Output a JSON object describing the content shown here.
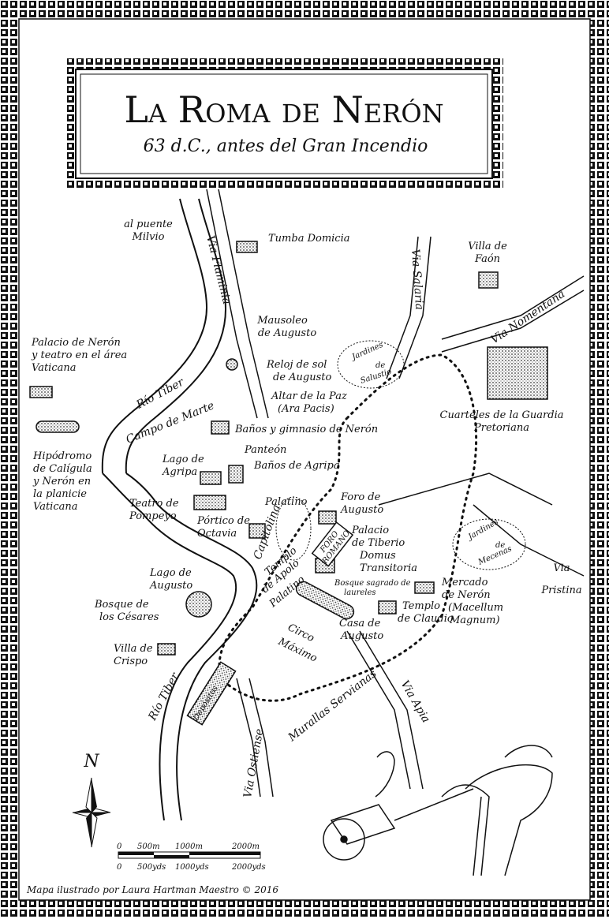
{
  "title": "La Roma de Nerón",
  "subtitle": "63 d.C., antes del Gran Incendio",
  "labels": {
    "puente_milvio": [
      "al puente",
      "Milvio"
    ],
    "tumba_domicia": "Tumba Domicia",
    "via_flaminia": "Via Flaminia",
    "via_salaria": "Via Salaria",
    "villa_faon": [
      "Villa de",
      "Faón"
    ],
    "via_nomentana": "Via Nomentana",
    "mausoleo": [
      "Mausoleo",
      "de Augusto"
    ],
    "palacio_neron_vaticana": [
      "Palacio de Nerón",
      "y teatro en el área",
      "Vaticana"
    ],
    "jardines_salustio": [
      "Jardines",
      "de",
      "Salustio"
    ],
    "reloj": [
      "Reloj de sol",
      "de Augusto"
    ],
    "altar": [
      "Altar de la Paz",
      "(Ara Pacis)"
    ],
    "rio_tiber_north": "Río Tiber",
    "cuarteles": [
      "Cuarteles de la Guardia",
      "Pretoriana"
    ],
    "campo_marte": "Campo de Marte",
    "banos_gimnasio": "Baños y gimnasio de Nerón",
    "hipodromo": [
      "Hipódromo",
      "de Calígula",
      "y Nerón en",
      "la planicie",
      "Vaticana"
    ],
    "lago_agripa": [
      "Lago de",
      "Agripa"
    ],
    "panteon": "Panteón",
    "banos_agripa": "Baños de Agripa",
    "palatino": "Palatino",
    "foro_augusto": [
      "Foro de",
      "Augusto"
    ],
    "teatro_pompeyo": [
      "Teatro de",
      "Pompeyo"
    ],
    "portico_octavia": [
      "Pórtico de",
      "Octavia"
    ],
    "capitolina": "Capitolina",
    "foro_romano": [
      "FORO",
      "ROMANO"
    ],
    "palacio_tiberio": [
      "Palacio",
      "de Tiberio"
    ],
    "domus": [
      "Domus",
      "Transitoria"
    ],
    "jardines_mecenas": [
      "Jardines",
      "de",
      "Mecenas"
    ],
    "via_pristina": [
      "Via",
      "Pristina"
    ],
    "lago_augusto": [
      "Lago de",
      "Augusto"
    ],
    "templo_apolo": [
      "Templo",
      "de Apolo",
      "Palatino"
    ],
    "bosque_laureles": [
      "Bosque sagrado de",
      "laureles"
    ],
    "mercado_neron": [
      "Mercado",
      "de Nerón",
      "(Macellum",
      "Magnum)"
    ],
    "bosque_cesares": [
      "Bosque de",
      "los Césares"
    ],
    "templo_claudio": [
      "Templo",
      "de Claudio"
    ],
    "casa_augusto": [
      "Casa de",
      "Augusto"
    ],
    "circo_maximo": [
      "Circo",
      "Máximo"
    ],
    "villa_crispo": [
      "Villa de",
      "Crispo"
    ],
    "rio_tiber_south": "Río Tiber",
    "depositos": "Depósitos",
    "via_apia": "Via Apia",
    "murallas": "Murallas Servianas",
    "via_ostiense": "Via Ostiense"
  },
  "compass": {
    "north_label": "N"
  },
  "scale": {
    "metric": [
      "0",
      "500m",
      "1000m",
      "2000m"
    ],
    "imperial": [
      "0",
      "500yds",
      "1000yds",
      "2000yds"
    ]
  },
  "credit": "Mapa ilustrado por Laura Hartman Maestro © 2016"
}
